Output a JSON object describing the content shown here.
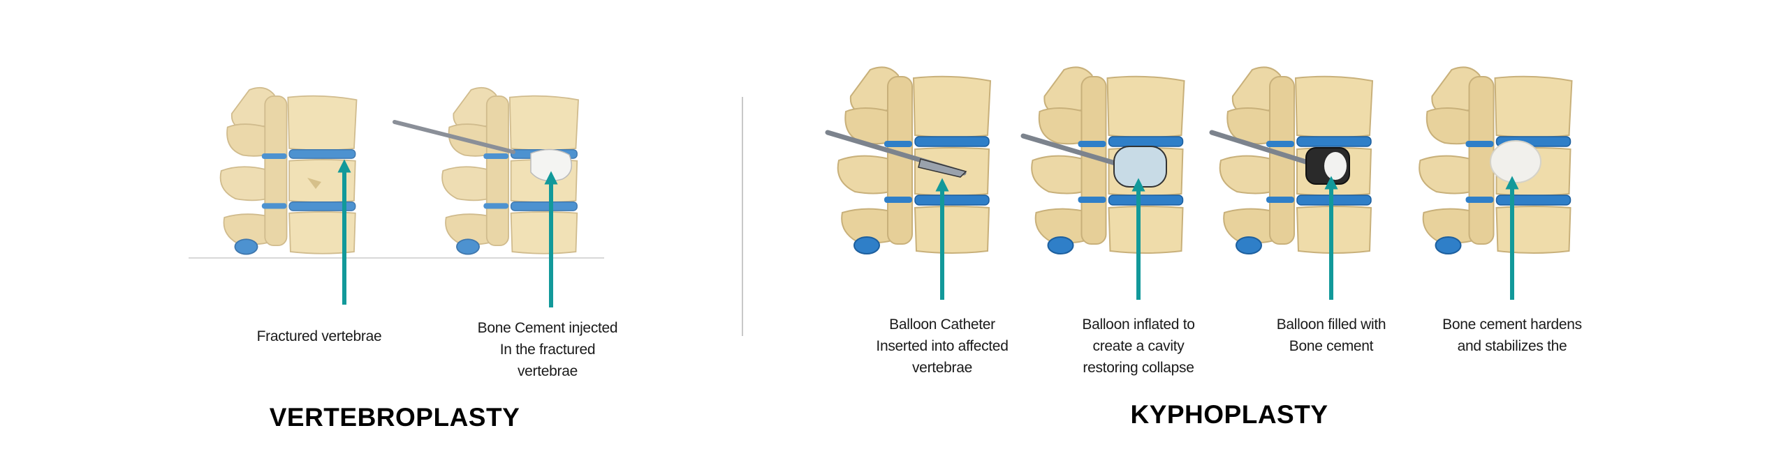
{
  "vertebroplasty": {
    "title": "VERTEBROPLASTY",
    "steps": [
      {
        "lines": [
          "Fractured vertebrae"
        ]
      },
      {
        "lines": [
          "Bone Cement injected",
          "In the fractured",
          "vertebrae"
        ]
      }
    ]
  },
  "kyphoplasty": {
    "title": "KYPHOPLASTY",
    "steps": [
      {
        "lines": [
          "Balloon Catheter",
          "Inserted into affected",
          "vertebrae"
        ]
      },
      {
        "lines": [
          "Balloon inflated to",
          "create a cavity",
          "restoring collapse"
        ]
      },
      {
        "lines": [
          "Balloon filled with",
          "Bone cement"
        ]
      },
      {
        "lines": [
          "Bone cement hardens",
          "and stabilizes the"
        ]
      }
    ]
  },
  "colors": {
    "arrow": "#12999a",
    "bone": "#ecd8a6",
    "disc": "#2f7fc8",
    "divider": "#c8c8c8"
  }
}
